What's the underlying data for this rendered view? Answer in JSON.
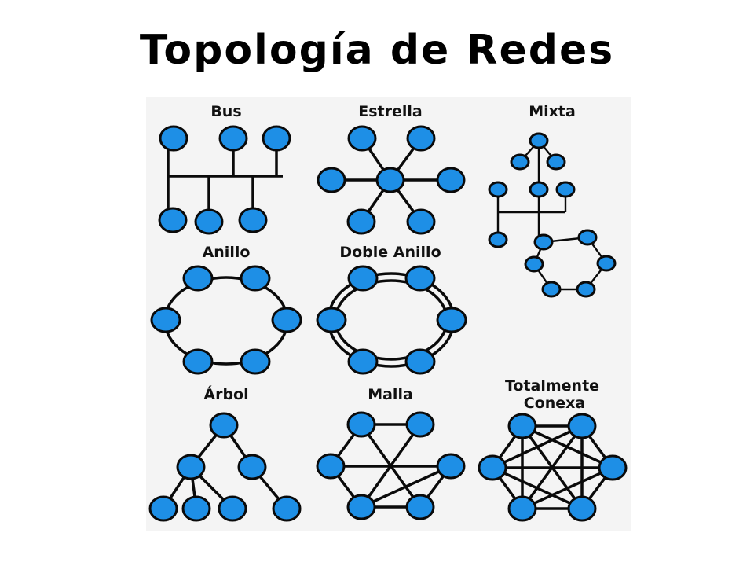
{
  "title": "Topología de Redes",
  "colors": {
    "node_fill": "#1e8fe6",
    "node_stroke": "#0a0a0a",
    "edge": "#0a0a0a",
    "panel_background": "#f4f4f4",
    "page_background": "#ffffff"
  },
  "topologies": {
    "bus": {
      "label": "Bus"
    },
    "estrella": {
      "label": "Estrella"
    },
    "mixta": {
      "label": "Mixta"
    },
    "anillo": {
      "label": "Anillo"
    },
    "doble_anillo": {
      "label": "Doble Anillo"
    },
    "arbol": {
      "label": "Árbol"
    },
    "malla": {
      "label": "Malla"
    },
    "totalmente_conexa": {
      "label_line1": "Totalmente",
      "label_line2": "Conexa"
    }
  }
}
